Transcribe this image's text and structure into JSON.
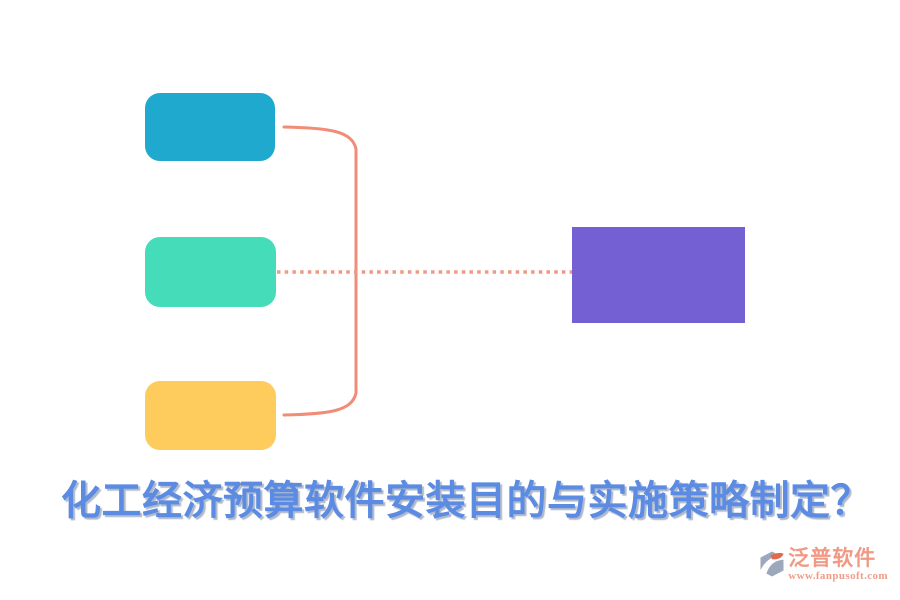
{
  "title": {
    "text": "化工经济预算软件安装目的与实施策略制定？",
    "color": "#5b8be2"
  },
  "diagram": {
    "connector_color": "#f28b77",
    "dotted_connector_color": "#f29884",
    "nodes": [
      {
        "id": "top-left",
        "color": "#20a9ce",
        "style": "background:#20a9ce"
      },
      {
        "id": "middle-left",
        "color": "#45dcba",
        "style": "background:#45dcba"
      },
      {
        "id": "bottom-left",
        "color": "#fecc5c",
        "style": "background:#fecc5c"
      },
      {
        "id": "right",
        "color": "#7460d3",
        "style": "background:#7460d3"
      }
    ]
  },
  "watermark": {
    "brand": "泛普软件",
    "url": "www.fanpusoft.com",
    "text_color": "#f09a86",
    "icon": "fanpu-logo-icon",
    "icon_colors": {
      "gray": "#9da8bd",
      "orange": "#df6b4d"
    }
  }
}
